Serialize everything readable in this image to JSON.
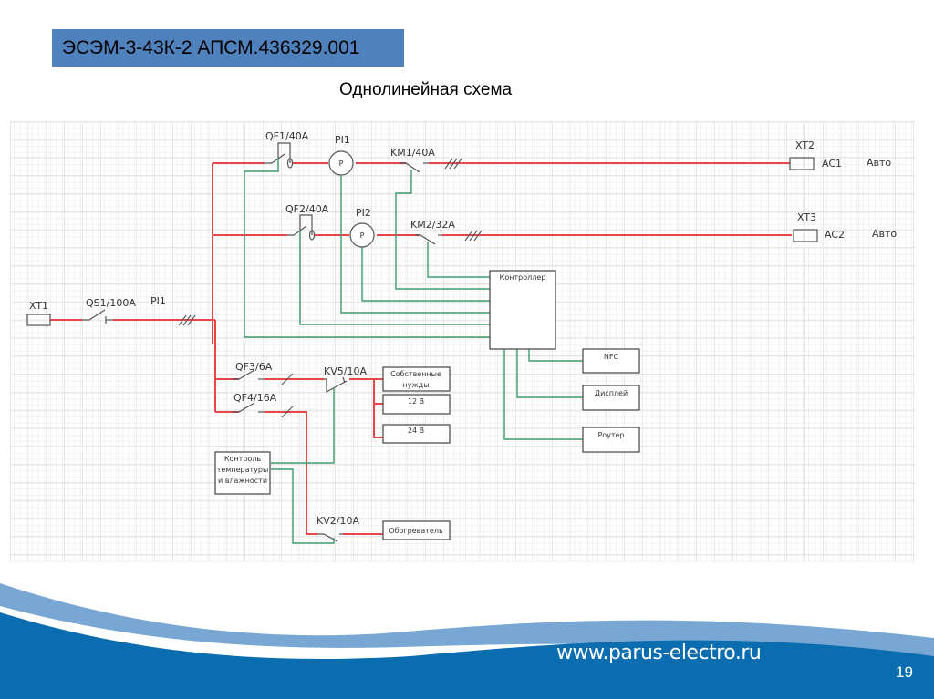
{
  "slide": {
    "title": "ЭСЭМ-3-43К-2  АПСМ.436329.001",
    "subtitle": "Однолинейная схема",
    "footer_url": "www.parus-electro.ru",
    "page_number": "19"
  },
  "colors": {
    "title_bg": "#4f81bd",
    "power_line": "#e8464b",
    "control_line": "#3f9a6e",
    "footer_blue": "#0a6db0",
    "footer_light_blue": "#79a7d3"
  },
  "schematic": {
    "terminals": {
      "xt1": "XT1",
      "xt2": "XT2",
      "xt3": "XT3",
      "ac1": "AC1",
      "ac2": "AC2",
      "auto1": "Авто",
      "auto2": "Авто"
    },
    "switches": {
      "qs1": "QS1/100A",
      "qf1": "QF1/40A",
      "qf2": "QF2/40A",
      "qf3": "QF3/6A",
      "qf4": "QF4/16A",
      "km1": "KM1/40A",
      "km2": "KM2/32A",
      "kv5": "KV5/10A",
      "kv2": "KV2/10A"
    },
    "meters": {
      "pi_main": "PI1",
      "pi1": "PI1",
      "pi2": "PI2",
      "p_symbol": "P"
    },
    "blocks": {
      "controller": "Контроллер",
      "nfc": "NFC",
      "display": "Дисплей",
      "router": "Роутер",
      "own_needs_1": "Собственные",
      "own_needs_2": "нужды",
      "v12": "12 В",
      "v24": "24 В",
      "climate_1": "Контроль",
      "climate_2": "температуры",
      "climate_3": "и влажности",
      "heater": "Обогреватель"
    }
  }
}
